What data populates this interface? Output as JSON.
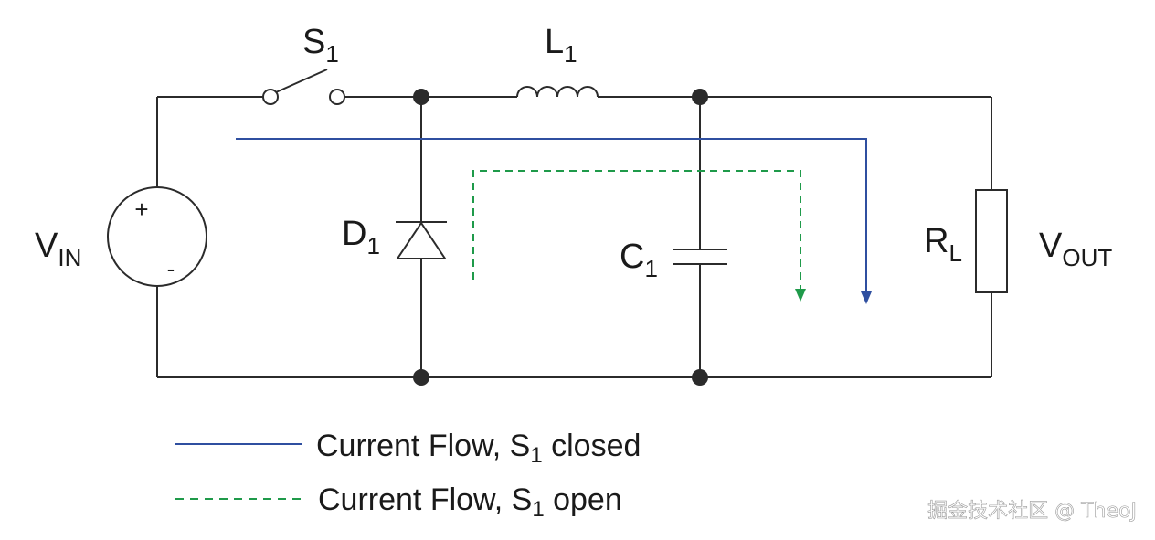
{
  "colors": {
    "wire": "#2b2b2b",
    "closed_path": "#2f4fa0",
    "open_path": "#1f9a4a",
    "text": "#1a1a1a"
  },
  "components": {
    "switch": {
      "letter": "S",
      "sub": "1"
    },
    "inductor": {
      "letter": "L",
      "sub": "1"
    },
    "diode": {
      "letter": "D",
      "sub": "1"
    },
    "capacitor": {
      "letter": "C",
      "sub": "1"
    },
    "load": {
      "letter": "R",
      "sub": "L"
    },
    "source": {
      "letter": "V",
      "sub": "IN",
      "plus": "+",
      "minus": "-"
    },
    "output": {
      "letter": "V",
      "sub": "OUT"
    }
  },
  "legend": {
    "closed": {
      "prefix": "Current Flow, S",
      "sub": "1",
      "suffix": " closed"
    },
    "open": {
      "prefix": "Current Flow, S",
      "sub": "1",
      "suffix": " open"
    }
  },
  "watermark": "掘金技术社区 @ TheoJ"
}
